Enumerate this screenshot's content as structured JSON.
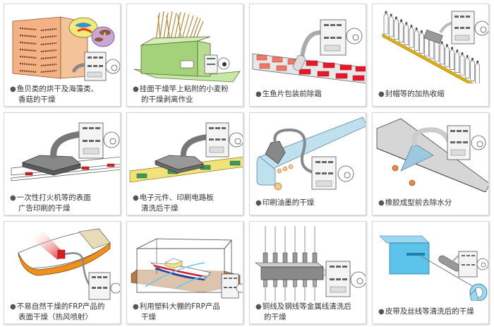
{
  "applications": [
    {
      "id": "seafood",
      "bullet": "●",
      "line1": "鱼贝类的烘干及海藻类、",
      "line2": "香菇的干燥"
    },
    {
      "id": "noodle",
      "bullet": "●",
      "line1": "挂面干燥竿上粘附的小麦粉",
      "line2": "的干燥剥离作业"
    },
    {
      "id": "fish-fillet",
      "bullet": "●",
      "line1": "生鱼片包装前除霜",
      "line2": ""
    },
    {
      "id": "cap-shrink",
      "bullet": "●",
      "line1": "封帽等的加热收缩",
      "line2": ""
    },
    {
      "id": "lighter",
      "bullet": "●",
      "line1": "一次性打火机等的表面",
      "line2": "广告印刷的干燥"
    },
    {
      "id": "pcb",
      "bullet": "●",
      "line1": "电子元件、印刷电路板",
      "line2": "清洗后干燥"
    },
    {
      "id": "ink",
      "bullet": "●",
      "line1": "印刷油墨的干燥",
      "line2": ""
    },
    {
      "id": "rubber",
      "bullet": "●",
      "line1": "橡胶成型前去除水分",
      "line2": ""
    },
    {
      "id": "frp-surface",
      "bullet": "●",
      "line1": "不易自然干燥的FRP产品的",
      "line2": "表面干燥（热风喷射）"
    },
    {
      "id": "frp-greenhouse",
      "bullet": "●",
      "line1": "利用塑料大棚的FRP产品",
      "line2": "干燥"
    },
    {
      "id": "wire",
      "bullet": "●",
      "line1": "铜线及钢线等金属线清洗后",
      "line2": "的干燥"
    },
    {
      "id": "belt",
      "bullet": "●",
      "line1": "皮带及丝线等清洗后的干燥",
      "line2": ""
    }
  ],
  "colors": {
    "peach": "#f5b98a",
    "green": "#a6d47a",
    "red": "#e0201c",
    "yellow": "#e8b400",
    "blue": "#bfe0ee",
    "orange": "#f39a1e",
    "gray": "#8a8a8a",
    "brown": "#b58a5a",
    "cyan": "#5cc4ea"
  }
}
